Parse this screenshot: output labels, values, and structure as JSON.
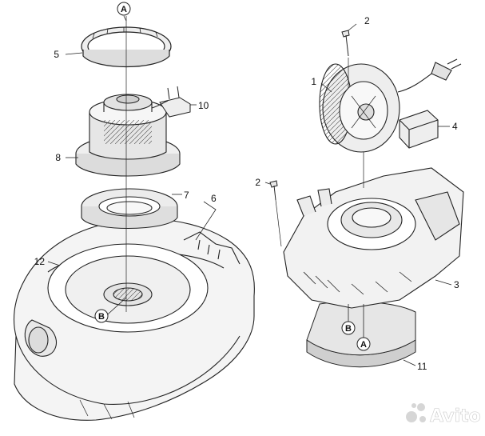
{
  "diagram": {
    "part_labels": {
      "p1": "1",
      "p2a": "2",
      "p2b": "2",
      "p3": "3",
      "p4": "4",
      "p5": "5",
      "p6": "6",
      "p7": "7",
      "p8": "8",
      "p10": "10",
      "p11": "11",
      "p12": "12"
    },
    "callouts": {
      "a_top": "A",
      "a_bottom": "A",
      "b_left": "B",
      "b_right": "B"
    }
  },
  "watermark": {
    "brand": "Avito"
  },
  "colors": {
    "line": "#222222",
    "fill_light": "#f2f2f2",
    "fill_shadow": "#d8d8d8",
    "fill_band": "#c8c8c8",
    "watermark_icon": "#cfcfcf"
  }
}
